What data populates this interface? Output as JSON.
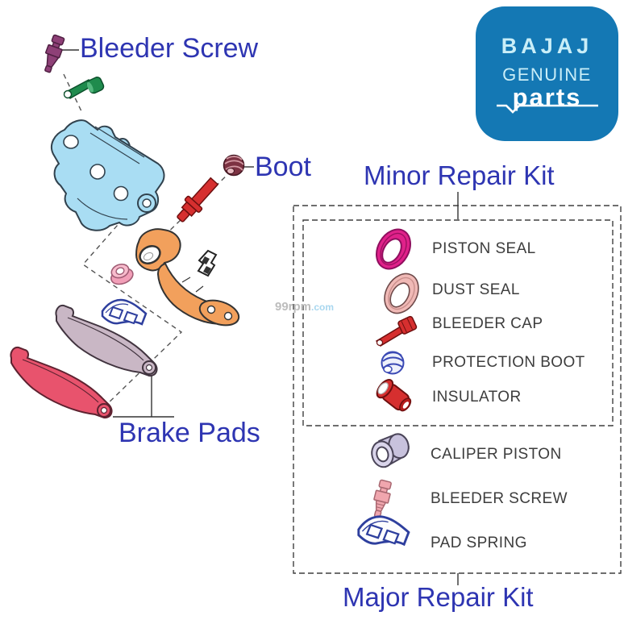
{
  "logo": {
    "brand": "BAJAJ",
    "genuine": "GENUINE",
    "parts": "parts"
  },
  "callouts": {
    "bleeder_screw": "Bleeder Screw",
    "boot": "Boot",
    "brake_pads": "Brake Pads"
  },
  "minor_kit": {
    "title": "Minor Repair Kit",
    "items": [
      {
        "label": "PISTON SEAL",
        "icon": "piston-seal-icon"
      },
      {
        "label": "DUST SEAL",
        "icon": "dust-seal-icon"
      },
      {
        "label": "BLEEDER CAP",
        "icon": "bleeder-cap-icon"
      },
      {
        "label": "PROTECTION BOOT",
        "icon": "protection-boot-icon"
      },
      {
        "label": "INSULATOR",
        "icon": "insulator-icon"
      }
    ]
  },
  "major_kit": {
    "title": "Major Repair Kit",
    "items": [
      {
        "label": "CALIPER PISTON",
        "icon": "caliper-piston-icon"
      },
      {
        "label": "BLEEDER SCREW",
        "icon": "bleeder-screw-pink-icon"
      },
      {
        "label": "PAD SPRING",
        "icon": "pad-spring-icon"
      }
    ]
  },
  "watermark": {
    "prefix": "99rpm",
    "suffix": ".com"
  },
  "colors": {
    "label_blue": "#2e35b2",
    "item_text": "#3d3d3d",
    "logo_bg": "#1478b4",
    "logo_text": "#c9eef8",
    "caliper_blue": "#a9ddf3",
    "bracket_orange": "#f2a05c",
    "pad_red": "#e8536d",
    "pad_gray": "#c9b7c5",
    "washer_pink": "#f8bccd",
    "pin_red": "#d62f2f",
    "boot_maroon": "#7c3242",
    "lever_green": "#1f8b4d",
    "screw_purple": "#8e4077",
    "seal_magenta": "#e0218a",
    "seal_pink": "#f0b9b6",
    "protection_boot_blue": "#3a49b4",
    "piston_lavender": "#c8c2dd",
    "screw_pink": "#f0a6ae",
    "spring_blue": "#2e3f9e"
  }
}
